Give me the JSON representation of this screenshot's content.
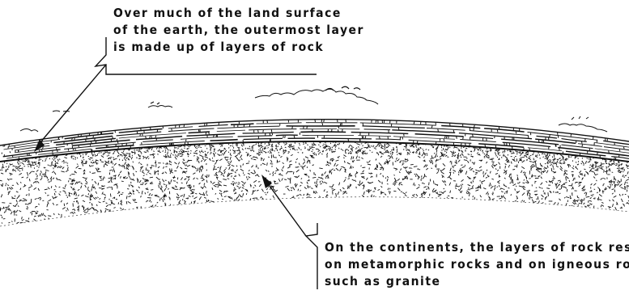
{
  "callouts": {
    "top": {
      "lines": [
        "Over much of the land surface",
        "of the earth, the outermost layer",
        "is made up of layers of rock"
      ]
    },
    "bottom": {
      "lines": [
        "On the continents, the layers of rock rest",
        "on metamorphic rocks and on igneous rocks",
        "such as granite"
      ]
    }
  },
  "colors": {
    "ink": "#111111",
    "paper": "#ffffff"
  }
}
